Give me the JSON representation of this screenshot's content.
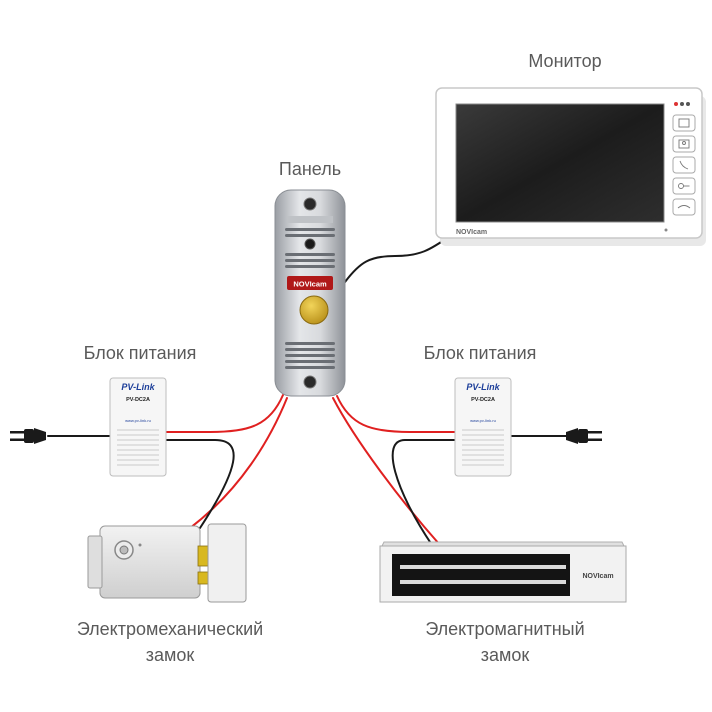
{
  "labels": {
    "monitor": "Монитор",
    "panel": "Панель",
    "psu_left": "Блок питания",
    "psu_right": "Блок питания",
    "lock_left_line1": "Электромеханический",
    "lock_left_line2": "замок",
    "lock_right_line1": "Электромагнитный",
    "lock_right_line2": "замок"
  },
  "brand": {
    "novicam": "NOVIcam",
    "pvlink": "PV-Link",
    "psu_model": "PV-DC2A",
    "psu_url": "www.pv-link.ru"
  },
  "colors": {
    "wire_red": "#e02020",
    "wire_black": "#1a1a1a",
    "panel_button": "#d4b020",
    "text": "#5a5a5a"
  }
}
